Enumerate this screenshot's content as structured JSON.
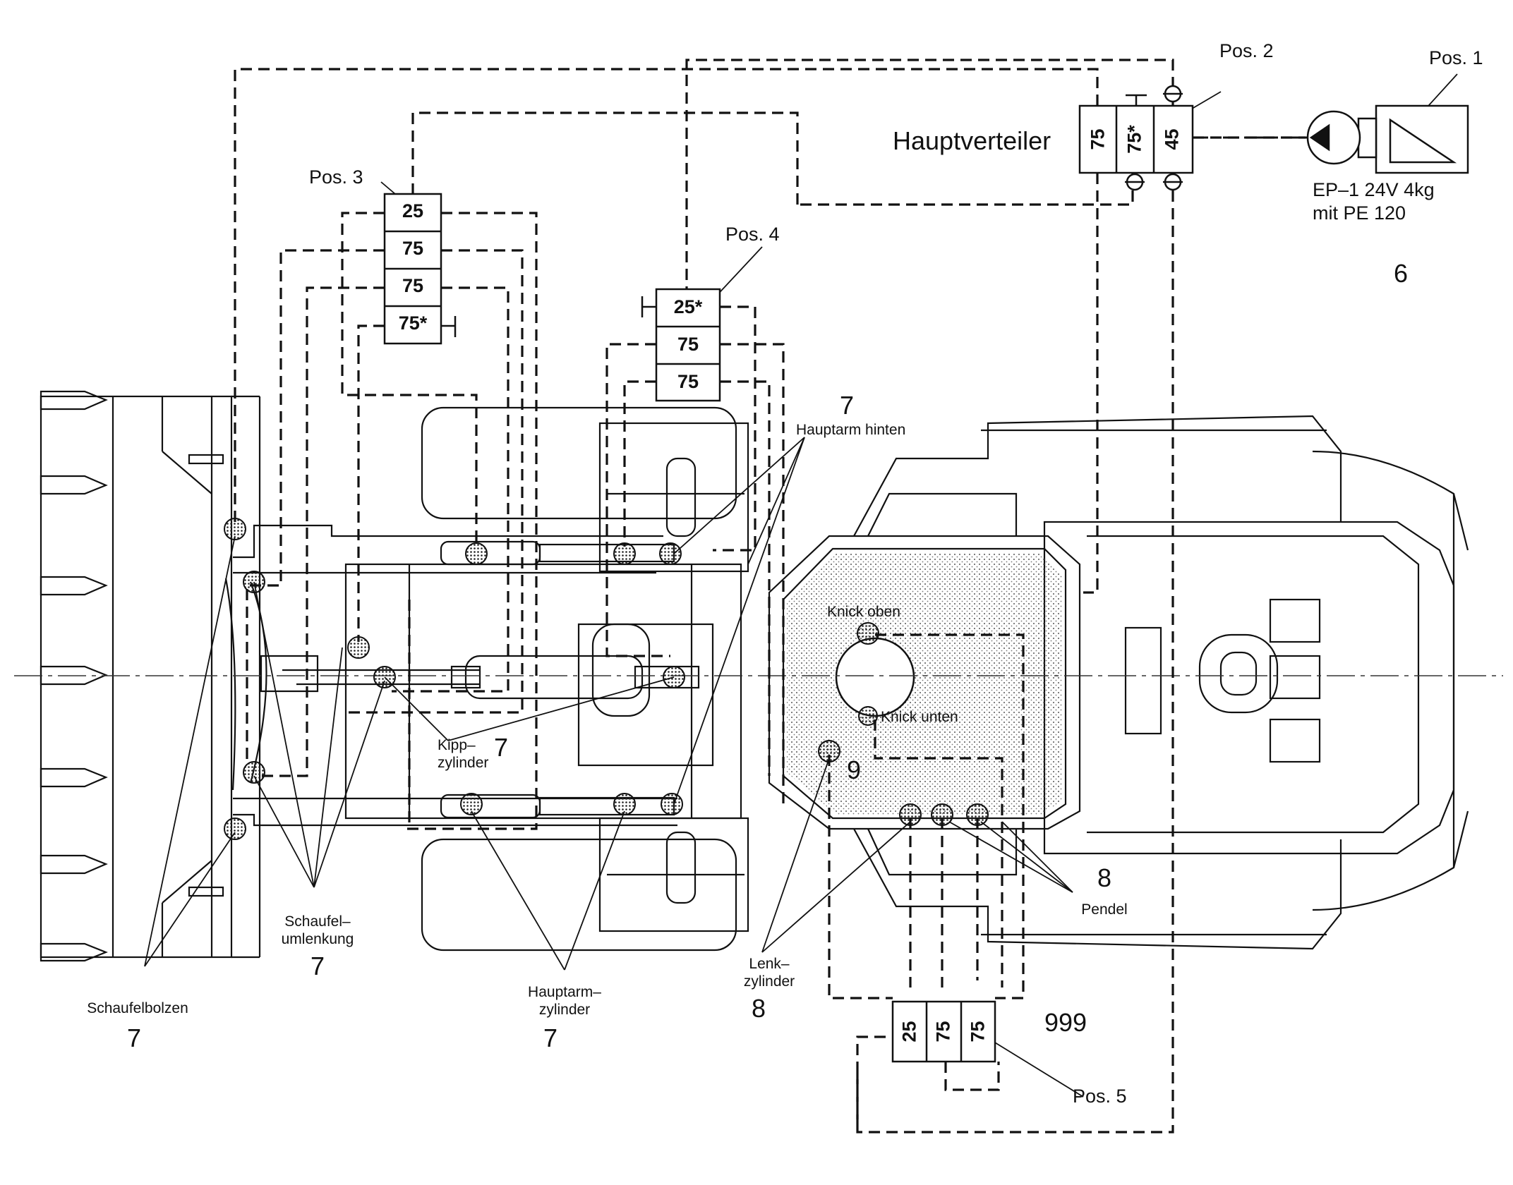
{
  "pos_labels": {
    "pos1": "Pos. 1",
    "pos2": "Pos. 2",
    "pos3": "Pos. 3",
    "pos4": "Pos. 4",
    "pos5": "Pos. 5"
  },
  "hauptverteiler": {
    "title": "Hauptverteiler",
    "cells": [
      "75",
      "75*",
      "45"
    ]
  },
  "pump": {
    "line1": "EP–1 24V 4kg",
    "line2": "mit PE 120"
  },
  "distributor_pos3": {
    "cells": [
      "25",
      "75",
      "75",
      "75*"
    ]
  },
  "distributor_pos4": {
    "cells": [
      "25*",
      "75",
      "75"
    ]
  },
  "distributor_pos5": {
    "cells": [
      "25",
      "75",
      "75"
    ]
  },
  "labels": {
    "num_6": "6",
    "num_7_hauptarm_hinten": "7",
    "hauptarm_hinten": "Hauptarm hinten",
    "knick_oben": "Knick oben",
    "knick_unten": "Knick unten",
    "num_9": "9",
    "kipp_line1": "Kipp–",
    "kipp_line2": "zylinder",
    "num_7_kipp": "7",
    "schaufel_line1": "Schaufel–",
    "schaufel_line2": "umlenkung",
    "num_7_schaufel": "7",
    "schaufelbolzen": "Schaufelbolzen",
    "num_7_bolzen": "7",
    "hauptarm_line1": "Hauptarm–",
    "hauptarm_line2": "zylinder",
    "num_7_hauptarm": "7",
    "lenk_line1": "Lenk–",
    "lenk_line2": "zylinder",
    "num_8_lenk": "8",
    "num_8_pendel": "8",
    "pendel": "Pendel",
    "num_999": "999"
  }
}
